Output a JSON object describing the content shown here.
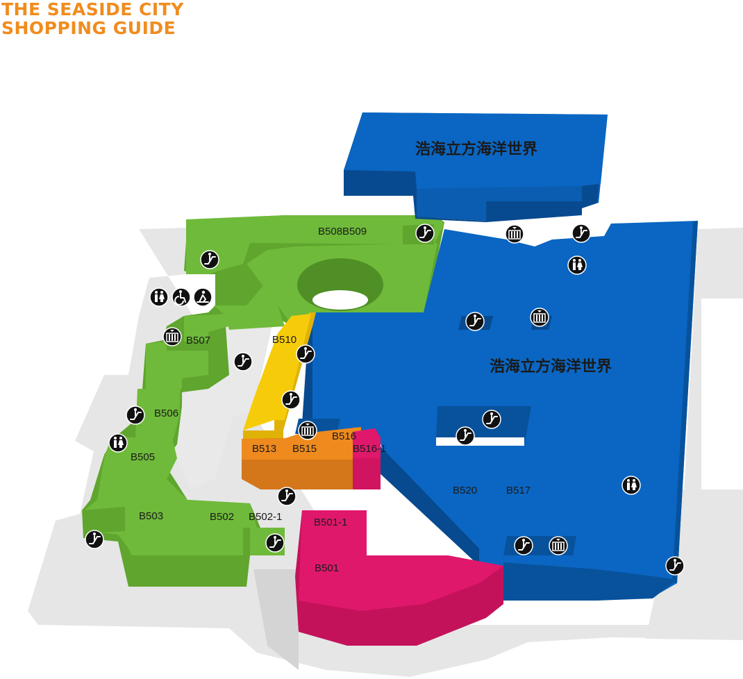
{
  "title": {
    "line1": "THE SEASIDE CITY",
    "line2": "SHOPPING GUIDE"
  },
  "colors": {
    "title": "#f08c1e",
    "green": "#6fba3a",
    "blue": "#0a66c2",
    "yellow": "#f6cc0a",
    "orange": "#ee8a1e",
    "magenta": "#e0186c",
    "floor": "#e6e6e6"
  },
  "units": {
    "aquarium_top": "浩海立方海洋世界",
    "aquarium_main": "浩海立方海洋世界",
    "b508b509": "B508B509",
    "b507": "B507",
    "b506": "B506",
    "b505": "B505",
    "b503": "B503",
    "b502": "B502",
    "b502_1": "B502-1",
    "b510": "B510",
    "b513": "B513",
    "b515": "B515",
    "b516": "B516",
    "b516_1": "B516-1",
    "b501_1": "B501-1",
    "b501": "B501",
    "b520": "B520",
    "b517": "B517"
  },
  "icons": {
    "escalator": "escalator-icon",
    "elevator": "elevator-icon",
    "restroom": "restroom-icon",
    "accessible": "accessible-restroom-icon",
    "nursery": "nursery-room-icon"
  }
}
